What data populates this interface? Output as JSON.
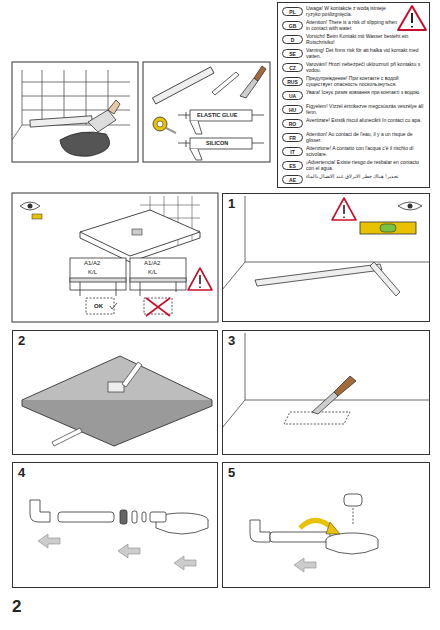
{
  "diagram": {
    "nodes": [
      {
        "text": [
          "Uwaga! W kontakcie z wodą istnieje ryzyko poślizgnięcia.",
          "Attention! There is a risk of slipping when in contact with water.",
          "Vorsicht! Beim Kontakt mit Wasser besteht ein Rutschrisiko!",
          "Varning! Det finns risk för att halka vid kontakt med vatten.",
          "Varování! Hrozí nebezpečí uklouznutí při kontaktu s vodou.",
          "Предупреждение! При контакте с водой существует опасность поскользнуться.",
          "Увага! Існує ризик ковзання при контакті з водою.",
          "Figyelem! Vízzel érintkezve megcsúszás veszélye áll fenn.",
          "Avertizare! Există riscul alunecării în contact cu apa.",
          "Attention! Au contact de l'eau, il y a un risque de glisser.",
          "Attenzione! A contatto con l'acqua c'è il rischio di scivolare.",
          "¡Advertencia! Existe riesgo de resbalar en contacto con el agua.",
          "تحذير! هناك خطر الانزلاق عند الاتصال بالماء"
        ]
      },
      {
        "text": [
          "PL"
        ],
        "in": 0
      },
      {
        "text": [
          "GB"
        ],
        "in": 0
      },
      {
        "text": [
          "D"
        ],
        "in": 0
      },
      {
        "text": [
          "SE"
        ],
        "in": 0
      },
      {
        "text": [
          "CZ"
        ],
        "in": 0
      },
      {
        "text": [
          "RUS"
        ],
        "in": 0
      },
      {
        "text": [
          "UA"
        ],
        "in": 0
      },
      {
        "text": [
          "HU"
        ],
        "in": 0
      },
      {
        "text": [
          "RO"
        ],
        "in": 0
      },
      {
        "text": [
          "FR"
        ],
        "in": 0
      },
      {
        "text": [
          "IT"
        ],
        "in": 0
      },
      {
        "text": [
          "ES"
        ],
        "in": 0
      },
      {
        "text": [
          "AE"
        ],
        "in": 0
      },
      {
        "text": [
          "1"
        ]
      },
      {
        "text": [
          "2"
        ]
      },
      {
        "text": [
          "3"
        ]
      },
      {
        "text": [
          "4"
        ]
      },
      {
        "text": [
          "5"
        ]
      }
    ],
    "labels": [
      "ELASTIC GLUE",
      "SILICON",
      "A1/A2",
      "K/L",
      "A1/A2",
      "K/L",
      "OK",
      "2"
    ]
  }
}
